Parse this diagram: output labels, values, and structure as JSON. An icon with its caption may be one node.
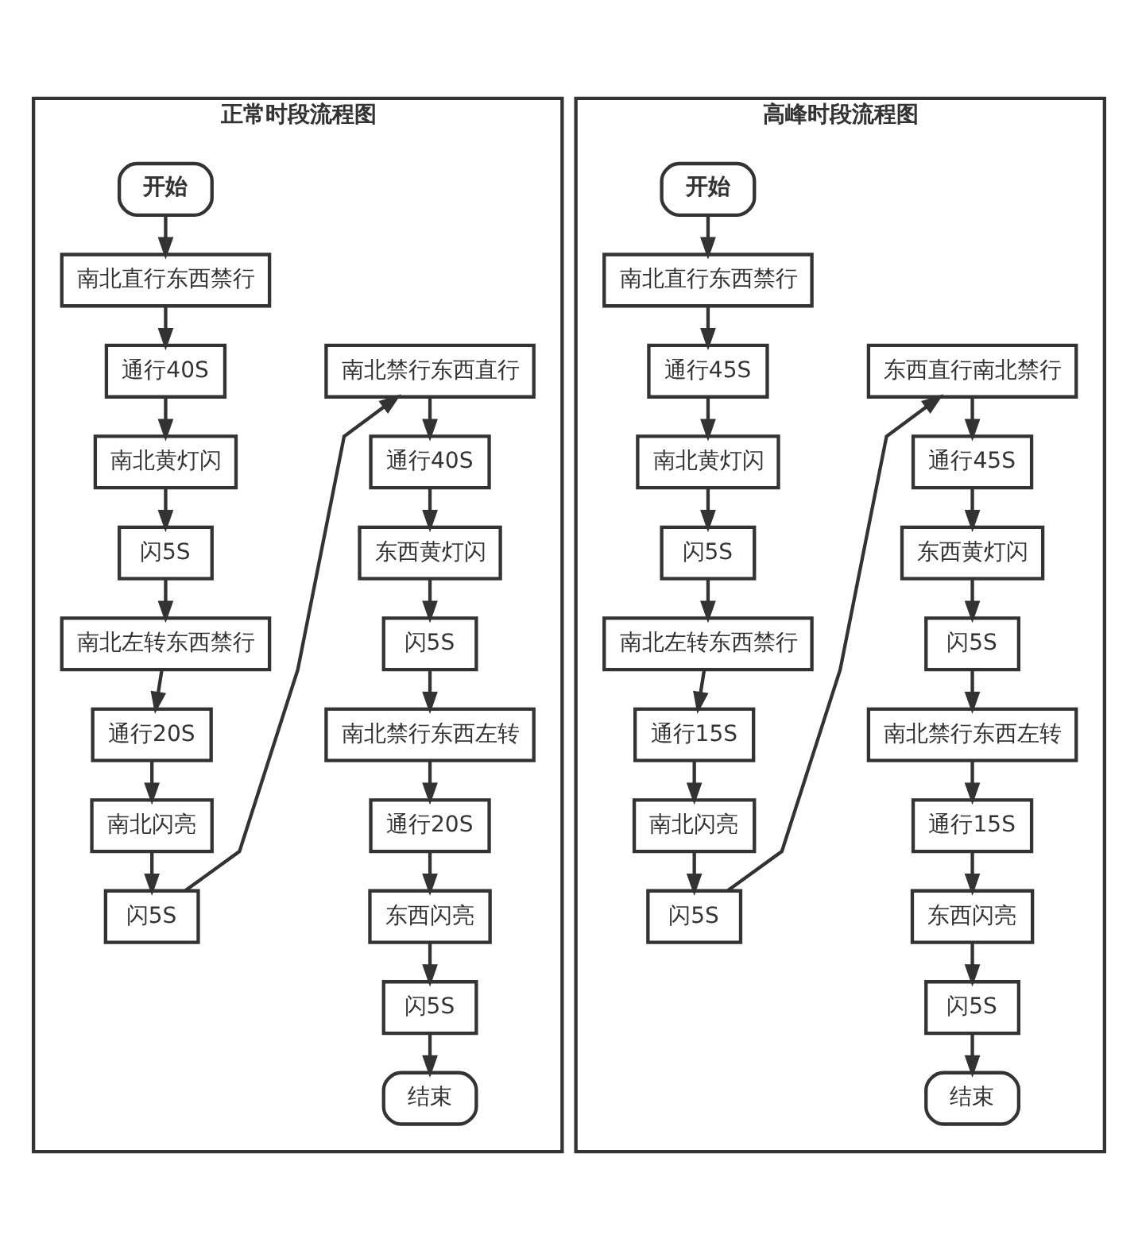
{
  "diagram": {
    "nodes": [
      {
        "text": [
          "正常时段流程图"
        ]
      },
      {
        "text": [
          "开始"
        ],
        "in": 0
      },
      {
        "text": [
          "南北直行东西禁行"
        ],
        "in": 0
      },
      {
        "text": [
          "通行40S"
        ],
        "in": 0
      },
      {
        "text": [
          "南北黄灯闪"
        ],
        "in": 0
      },
      {
        "text": [
          "闪5S"
        ],
        "in": 0
      },
      {
        "text": [
          "南北左转东西禁行"
        ],
        "in": 0
      },
      {
        "text": [
          "通行20S"
        ],
        "in": 0
      },
      {
        "text": [
          "南北闪亮"
        ],
        "in": 0
      },
      {
        "text": [
          "闪5S"
        ],
        "in": 0
      },
      {
        "text": [
          "南北禁行东西直行"
        ],
        "in": 0
      },
      {
        "text": [
          "通行40S"
        ],
        "in": 0
      },
      {
        "text": [
          "东西黄灯闪"
        ],
        "in": 0
      },
      {
        "text": [
          "闪5S"
        ],
        "in": 0
      },
      {
        "text": [
          "南北禁行东西左转"
        ],
        "in": 0
      },
      {
        "text": [
          "通行20S"
        ],
        "in": 0
      },
      {
        "text": [
          "东西闪亮"
        ],
        "in": 0
      },
      {
        "text": [
          "闪5S"
        ],
        "in": 0
      },
      {
        "text": [
          "结束"
        ],
        "in": 0
      },
      {
        "text": [
          "高峰时段流程图"
        ]
      },
      {
        "text": [
          "开始"
        ],
        "in": 19
      },
      {
        "text": [
          "南北直行东西禁行"
        ],
        "in": 19
      },
      {
        "text": [
          "通行45S"
        ],
        "in": 19
      },
      {
        "text": [
          "南北黄灯闪"
        ],
        "in": 19
      },
      {
        "text": [
          "闪5S"
        ],
        "in": 19
      },
      {
        "text": [
          "南北左转东西禁行"
        ],
        "in": 19
      },
      {
        "text": [
          "通行15S"
        ],
        "in": 19
      },
      {
        "text": [
          "南北闪亮"
        ],
        "in": 19
      },
      {
        "text": [
          "闪5S"
        ],
        "in": 19
      },
      {
        "text": [
          "东西直行南北禁行"
        ],
        "in": 19
      },
      {
        "text": [
          "通行45S"
        ],
        "in": 19
      },
      {
        "text": [
          "东西黄灯闪"
        ],
        "in": 19
      },
      {
        "text": [
          "闪5S"
        ],
        "in": 19
      },
      {
        "text": [
          "南北禁行东西左转"
        ],
        "in": 19
      },
      {
        "text": [
          "通行15S"
        ],
        "in": 19
      },
      {
        "text": [
          "东西闪亮"
        ],
        "in": 19
      },
      {
        "text": [
          "闪5S"
        ],
        "in": 19
      },
      {
        "text": [
          "结束"
        ],
        "in": 19
      }
    ],
    "edges": [
      {
        "from": 1,
        "to": 2,
        "arrow": "to"
      },
      {
        "from": 2,
        "to": 3,
        "arrow": "to"
      },
      {
        "from": 3,
        "to": 4,
        "arrow": "to"
      },
      {
        "from": 4,
        "to": 5,
        "arrow": "to"
      },
      {
        "from": 5,
        "to": 6,
        "arrow": "to"
      },
      {
        "from": 6,
        "to": 7,
        "arrow": "to"
      },
      {
        "from": 7,
        "to": 8,
        "arrow": "to"
      },
      {
        "from": 8,
        "to": 9,
        "arrow": "to"
      },
      {
        "from": 9,
        "to": 10,
        "arrow": "to"
      },
      {
        "from": 10,
        "to": 11,
        "arrow": "to"
      },
      {
        "from": 11,
        "to": 12,
        "arrow": "to"
      },
      {
        "from": 12,
        "to": 13,
        "arrow": "to"
      },
      {
        "from": 13,
        "to": 14,
        "arrow": "to"
      },
      {
        "from": 14,
        "to": 15,
        "arrow": "to"
      },
      {
        "from": 15,
        "to": 16,
        "arrow": "to"
      },
      {
        "from": 16,
        "to": 17,
        "arrow": "to"
      },
      {
        "from": 17,
        "to": 18,
        "arrow": "to"
      },
      {
        "from": 20,
        "to": 21,
        "arrow": "to"
      },
      {
        "from": 21,
        "to": 22,
        "arrow": "to"
      },
      {
        "from": 22,
        "to": 23,
        "arrow": "to"
      },
      {
        "from": 23,
        "to": 24,
        "arrow": "to"
      },
      {
        "from": 24,
        "to": 25,
        "arrow": "to"
      },
      {
        "from": 25,
        "to": 26,
        "arrow": "to"
      },
      {
        "from": 26,
        "to": 27,
        "arrow": "to"
      },
      {
        "from": 27,
        "to": 28,
        "arrow": "to"
      },
      {
        "from": 28,
        "to": 29,
        "arrow": "to"
      },
      {
        "from": 29,
        "to": 30,
        "arrow": "to"
      },
      {
        "from": 30,
        "to": 31,
        "arrow": "to"
      },
      {
        "from": 31,
        "to": 32,
        "arrow": "to"
      },
      {
        "from": 32,
        "to": 33,
        "arrow": "to"
      },
      {
        "from": 33,
        "to": 34,
        "arrow": "to"
      },
      {
        "from": 34,
        "to": 35,
        "arrow": "to"
      },
      {
        "from": 35,
        "to": 36,
        "arrow": "to"
      },
      {
        "from": 36,
        "to": 37,
        "arrow": "to"
      }
    ]
  }
}
